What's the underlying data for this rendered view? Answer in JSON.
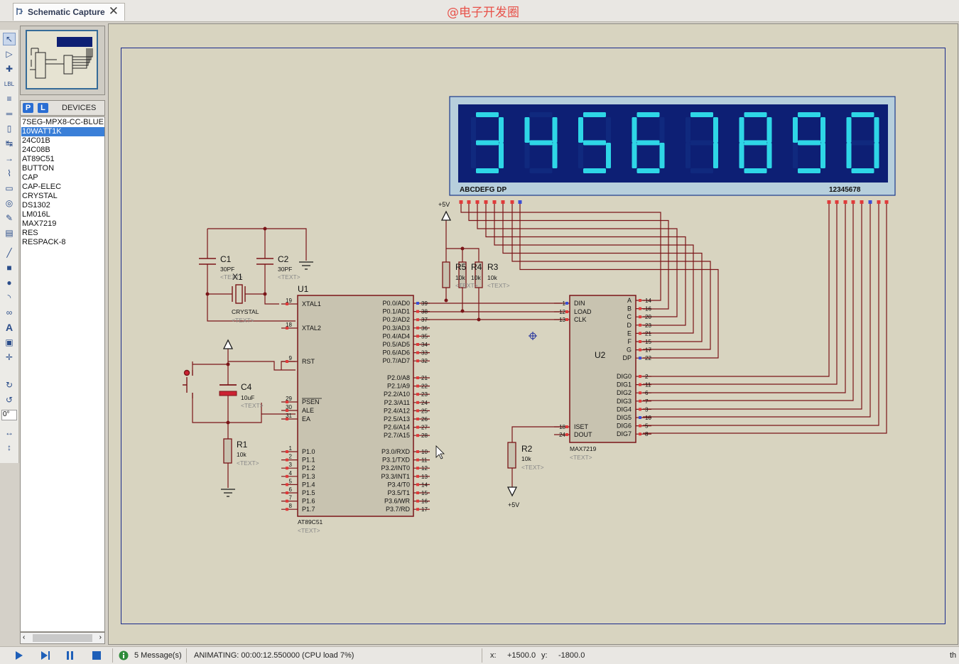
{
  "tab": {
    "title": "Schematic Capture",
    "close": "✕"
  },
  "watermark": "@电子开发圈",
  "zoom_field": "0°",
  "devices": {
    "p_label": "P",
    "l_label": "L",
    "title": "DEVICES",
    "items": [
      {
        "label": "7SEG-MPX8-CC-BLUE",
        "selected": false
      },
      {
        "label": "10WATT1K",
        "selected": true
      },
      {
        "label": "24C01B",
        "selected": false
      },
      {
        "label": "24C08B",
        "selected": false
      },
      {
        "label": "AT89C51",
        "selected": false
      },
      {
        "label": "BUTTON",
        "selected": false
      },
      {
        "label": "CAP",
        "selected": false
      },
      {
        "label": "CAP-ELEC",
        "selected": false
      },
      {
        "label": "CRYSTAL",
        "selected": false
      },
      {
        "label": "DS1302",
        "selected": false
      },
      {
        "label": "LM016L",
        "selected": false
      },
      {
        "label": "MAX7219",
        "selected": false
      },
      {
        "label": "RES",
        "selected": false
      },
      {
        "label": "RESPACK-8",
        "selected": false
      }
    ]
  },
  "display": {
    "digits": "34567890",
    "seg_labels": "ABCDEFG DP",
    "digit_labels": "12345678"
  },
  "schematic": {
    "supply": "+5V",
    "c1": {
      "ref": "C1",
      "value": "30PF"
    },
    "c2": {
      "ref": "C2",
      "value": "30PF"
    },
    "x1": {
      "ref": "X1",
      "value": "CRYSTAL"
    },
    "c4": {
      "ref": "C4",
      "value": "10uF"
    },
    "r1": {
      "ref": "R1",
      "value": "10k"
    },
    "r2": {
      "ref": "R2",
      "value": "10k"
    },
    "r3": {
      "ref": "R3",
      "value": "10k"
    },
    "r4": {
      "ref": "R4",
      "value": "10k"
    },
    "r5": {
      "ref": "R5",
      "value": "10k"
    },
    "placeholder": "<TEXT>",
    "u1": {
      "ref": "U1",
      "part": "AT89C51",
      "left_pins": [
        {
          "num": "19",
          "name": "XTAL1"
        },
        {
          "num": "18",
          "name": "XTAL2"
        },
        {
          "num": "9",
          "name": "RST"
        },
        {
          "num": "29",
          "name": "PSEN"
        },
        {
          "num": "30",
          "name": "ALE"
        },
        {
          "num": "31",
          "name": "EA"
        }
      ],
      "p1_pins": [
        {
          "num": "1",
          "name": "P1.0"
        },
        {
          "num": "2",
          "name": "P1.1"
        },
        {
          "num": "3",
          "name": "P1.2"
        },
        {
          "num": "4",
          "name": "P1.3"
        },
        {
          "num": "5",
          "name": "P1.4"
        },
        {
          "num": "6",
          "name": "P1.5"
        },
        {
          "num": "7",
          "name": "P1.6"
        },
        {
          "num": "8",
          "name": "P1.7"
        }
      ],
      "p0_pins": [
        {
          "num": "39",
          "name": "P0.0/AD0"
        },
        {
          "num": "38",
          "name": "P0.1/AD1"
        },
        {
          "num": "37",
          "name": "P0.2/AD2"
        },
        {
          "num": "36",
          "name": "P0.3/AD3"
        },
        {
          "num": "35",
          "name": "P0.4/AD4"
        },
        {
          "num": "34",
          "name": "P0.5/AD5"
        },
        {
          "num": "33",
          "name": "P0.6/AD6"
        },
        {
          "num": "32",
          "name": "P0.7/AD7"
        }
      ],
      "p2_pins": [
        {
          "num": "21",
          "name": "P2.0/A8"
        },
        {
          "num": "22",
          "name": "P2.1/A9"
        },
        {
          "num": "23",
          "name": "P2.2/A10"
        },
        {
          "num": "24",
          "name": "P2.3/A11"
        },
        {
          "num": "25",
          "name": "P2.4/A12"
        },
        {
          "num": "26",
          "name": "P2.5/A13"
        },
        {
          "num": "27",
          "name": "P2.6/A14"
        },
        {
          "num": "28",
          "name": "P2.7/A15"
        }
      ],
      "p3_pins": [
        {
          "num": "10",
          "name": "P3.0/RXD"
        },
        {
          "num": "11",
          "name": "P3.1/TXD"
        },
        {
          "num": "12",
          "name": "P3.2/INT0"
        },
        {
          "num": "13",
          "name": "P3.3/INT1"
        },
        {
          "num": "14",
          "name": "P3.4/T0"
        },
        {
          "num": "15",
          "name": "P3.5/T1"
        },
        {
          "num": "16",
          "name": "P3.6/WR"
        },
        {
          "num": "17",
          "name": "P3.7/RD"
        }
      ]
    },
    "u2": {
      "ref": "U2",
      "part": "MAX7219",
      "left_pins": [
        {
          "num": "1",
          "name": "DIN"
        },
        {
          "num": "12",
          "name": "LOAD"
        },
        {
          "num": "13",
          "name": "CLK"
        }
      ],
      "left_bottom_pins": [
        {
          "num": "18",
          "name": "ISET"
        },
        {
          "num": "24",
          "name": "DOUT"
        }
      ],
      "seg_pins": [
        {
          "num": "14",
          "name": "A"
        },
        {
          "num": "16",
          "name": "B"
        },
        {
          "num": "20",
          "name": "C"
        },
        {
          "num": "23",
          "name": "D"
        },
        {
          "num": "21",
          "name": "E"
        },
        {
          "num": "15",
          "name": "F"
        },
        {
          "num": "17",
          "name": "G"
        },
        {
          "num": "22",
          "name": "DP"
        }
      ],
      "dig_pins": [
        {
          "num": "2",
          "name": "DIG0"
        },
        {
          "num": "11",
          "name": "DIG1"
        },
        {
          "num": "6",
          "name": "DIG2"
        },
        {
          "num": "7",
          "name": "DIG3"
        },
        {
          "num": "3",
          "name": "DIG4"
        },
        {
          "num": "10",
          "name": "DIG5"
        },
        {
          "num": "5",
          "name": "DIG6"
        },
        {
          "num": "8",
          "name": "DIG7"
        }
      ]
    }
  },
  "status": {
    "messages": "5 Message(s)",
    "animating": "ANIMATING: 00:00:12.550000 (CPU load 7%)",
    "x_label": "x:",
    "x_value": "+1500.0",
    "y_label": "y:",
    "y_value": "-1800.0",
    "th": "th"
  },
  "colors": {
    "wire": "#7a1518",
    "body": "#c8c3b0",
    "display_bg": "#0d1f74",
    "segment_on": "#2ed6e6",
    "pin_red": "#e03a3a",
    "pin_blue": "#3b4fd6"
  }
}
